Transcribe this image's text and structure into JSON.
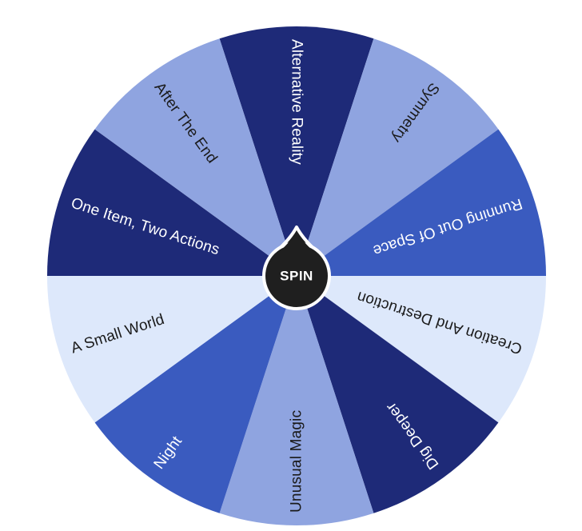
{
  "wheel": {
    "segments": [
      {
        "label": "Alternative Reality",
        "color": "#1e2a78",
        "text_color": "#ffffff"
      },
      {
        "label": "Symmetry",
        "color": "#8fa4e0",
        "text_color": "#1a1a1a"
      },
      {
        "label": "Running Out Of Space",
        "color": "#3a5bbf",
        "text_color": "#ffffff"
      },
      {
        "label": "Creation And Destruction",
        "color": "#dde8fb",
        "text_color": "#1a1a1a"
      },
      {
        "label": "Dig Deeper",
        "color": "#1e2a78",
        "text_color": "#ffffff"
      },
      {
        "label": "Unusual Magic",
        "color": "#8fa4e0",
        "text_color": "#1a1a1a"
      },
      {
        "label": "Night",
        "color": "#3a5bbf",
        "text_color": "#ffffff"
      },
      {
        "label": "A Small World",
        "color": "#dde8fb",
        "text_color": "#1a1a1a"
      },
      {
        "label": "One Item, Two Actions",
        "color": "#1e2a78",
        "text_color": "#ffffff"
      },
      {
        "label": "After The End",
        "color": "#8fa4e0",
        "text_color": "#1a1a1a"
      }
    ],
    "spin_label": "SPIN",
    "hub_color": "#1f1f1f",
    "hub_text_color": "#ffffff",
    "hub_ring_color": "#ffffff"
  }
}
